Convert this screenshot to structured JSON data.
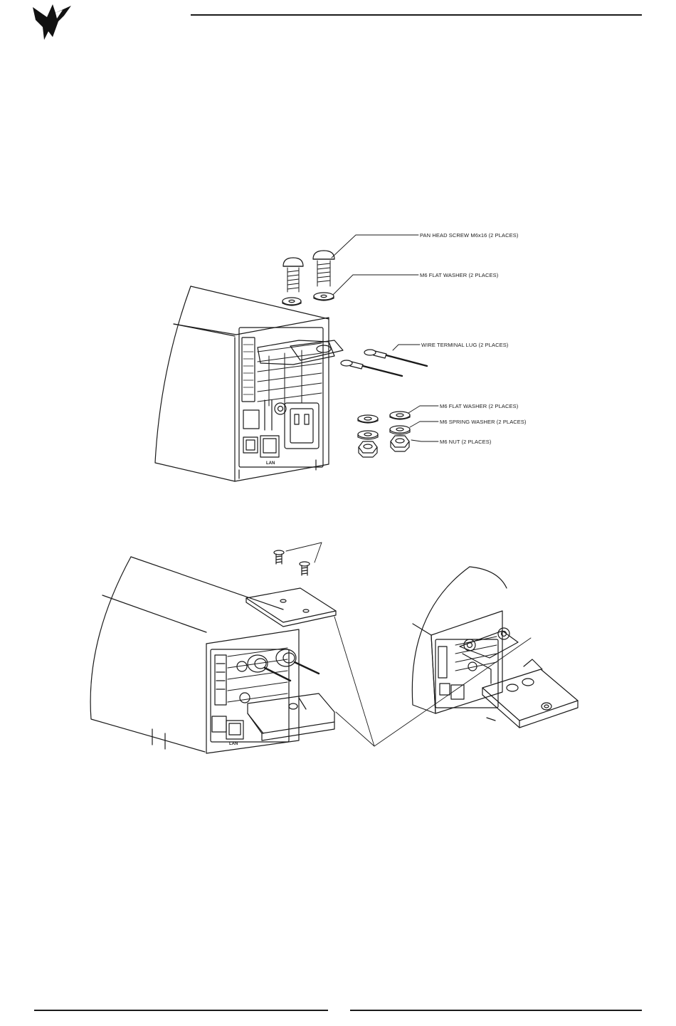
{
  "header": {
    "logo_icon": "ni-eagle-logo-icon"
  },
  "figure_top": {
    "callouts": [
      "PAN HEAD SCREW M6x16 (2 PLACES)",
      "M6 FLAT WASHER (2 PLACES)",
      "WIRE TERMINAL LUG (2 PLACES)",
      "M6 FLAT WASHER (2 PLACES)",
      "M6 SPRING WASHER (2 PLACES)",
      "M6 NUT (2 PLACES)"
    ],
    "panel_labels": [
      "LAN"
    ]
  },
  "figure_bottom": {
    "panel_labels": [
      "LAN"
    ]
  }
}
